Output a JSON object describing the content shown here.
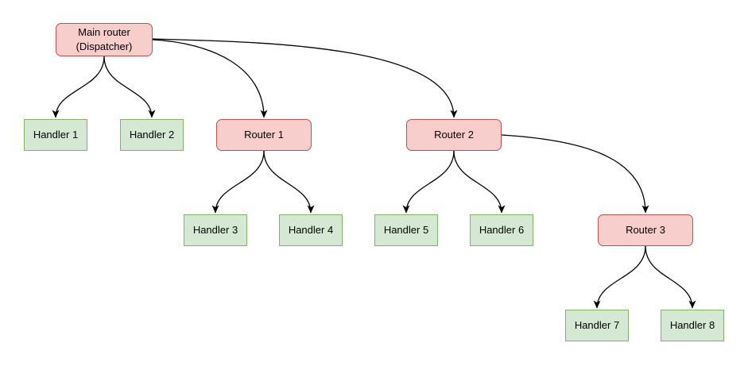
{
  "diagram": {
    "type": "tree",
    "background": "#ffffff",
    "colors": {
      "router_fill": "#f8cecc",
      "router_border": "#b85450",
      "handler_fill": "#d5e8d4",
      "handler_border": "#82b366",
      "edge": "#000000",
      "text": "#000000"
    },
    "nodes": [
      {
        "id": "main",
        "label": "Main router\n(Dispatcher)",
        "type": "router"
      },
      {
        "id": "h1",
        "label": "Handler 1",
        "type": "handler"
      },
      {
        "id": "h2",
        "label": "Handler 2",
        "type": "handler"
      },
      {
        "id": "r1",
        "label": "Router 1",
        "type": "router"
      },
      {
        "id": "r2",
        "label": "Router 2",
        "type": "router"
      },
      {
        "id": "h3",
        "label": "Handler 3",
        "type": "handler"
      },
      {
        "id": "h4",
        "label": "Handler 4",
        "type": "handler"
      },
      {
        "id": "h5",
        "label": "Handler 5",
        "type": "handler"
      },
      {
        "id": "h6",
        "label": "Handler 6",
        "type": "handler"
      },
      {
        "id": "r3",
        "label": "Router 3",
        "type": "router"
      },
      {
        "id": "h7",
        "label": "Handler 7",
        "type": "handler"
      },
      {
        "id": "h8",
        "label": "Handler 8",
        "type": "handler"
      }
    ],
    "edges": [
      {
        "from": "main",
        "to": "h1"
      },
      {
        "from": "main",
        "to": "h2"
      },
      {
        "from": "main",
        "to": "r1"
      },
      {
        "from": "main",
        "to": "r2"
      },
      {
        "from": "r1",
        "to": "h3"
      },
      {
        "from": "r1",
        "to": "h4"
      },
      {
        "from": "r2",
        "to": "h5"
      },
      {
        "from": "r2",
        "to": "h6"
      },
      {
        "from": "r2",
        "to": "r3"
      },
      {
        "from": "r3",
        "to": "h7"
      },
      {
        "from": "r3",
        "to": "h8"
      }
    ]
  }
}
